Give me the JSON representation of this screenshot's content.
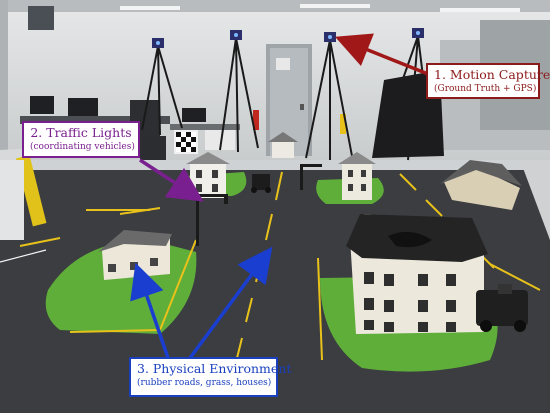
{
  "callouts": {
    "motion_capture": {
      "title": "1. Motion Capture",
      "subtitle": "(Ground Truth + GPS)",
      "color": "#8b1a1a"
    },
    "traffic_lights": {
      "title": "2. Traffic Lights",
      "subtitle": "(coordinating vehicles)",
      "color": "#7a1f8f"
    },
    "physical_environment": {
      "title": "3. Physical Environment",
      "subtitle": "(rubber roads, grass, houses)",
      "color": "#1a3fbf"
    }
  },
  "scene": {
    "floor_color": "#3b3d40",
    "grass_color": "#5fae3a",
    "lane_marking_color": "#e8c21a",
    "wall_color": "#d9dcdd"
  }
}
